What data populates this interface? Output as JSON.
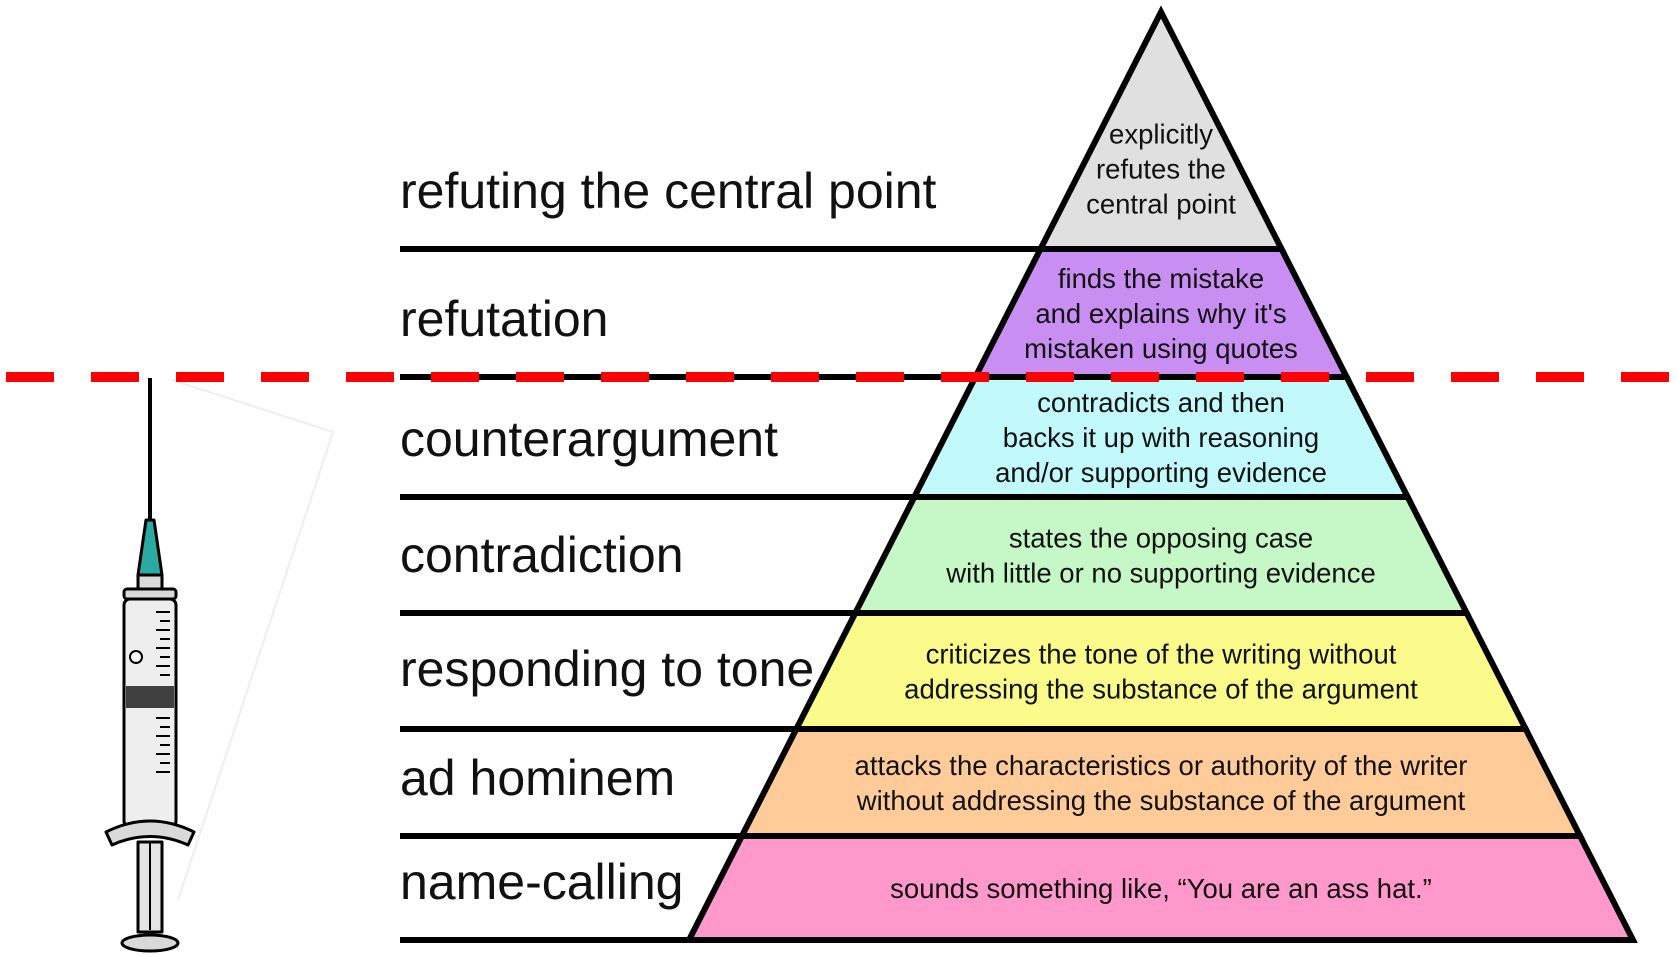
{
  "levels": [
    {
      "label": "refuting the central point",
      "desc": [
        "explicitly",
        "refutes the",
        "central point"
      ],
      "color": "#e0e0e0"
    },
    {
      "label": "refutation",
      "desc": [
        "finds the mistake",
        "and explains why it's",
        "mistaken using quotes"
      ],
      "color": "#c98ef2"
    },
    {
      "label": "counterargument",
      "desc": [
        "contradicts and then",
        "backs it up with reasoning",
        "and/or supporting evidence"
      ],
      "color": "#c2fafc"
    },
    {
      "label": "contradiction",
      "desc": [
        "states the opposing case",
        "with little or no supporting evidence"
      ],
      "color": "#c6f7c6"
    },
    {
      "label": "responding to tone",
      "desc": [
        "criticizes the tone of the writing without",
        "addressing the substance of the argument"
      ],
      "color": "#fbfb8c"
    },
    {
      "label": "ad hominem",
      "desc": [
        "attacks the characteristics or authority of the writer",
        "without addressing the substance of the argument"
      ],
      "color": "#ffcc99"
    },
    {
      "label": "name-calling",
      "desc": [
        "sounds something like, “You are an ass hat.”"
      ],
      "color": "#ff99cc"
    }
  ],
  "colors": {
    "outline": "#000000",
    "threshold_line": "#ff0000"
  },
  "icons": {
    "left_illustration": "syringe-icon"
  }
}
